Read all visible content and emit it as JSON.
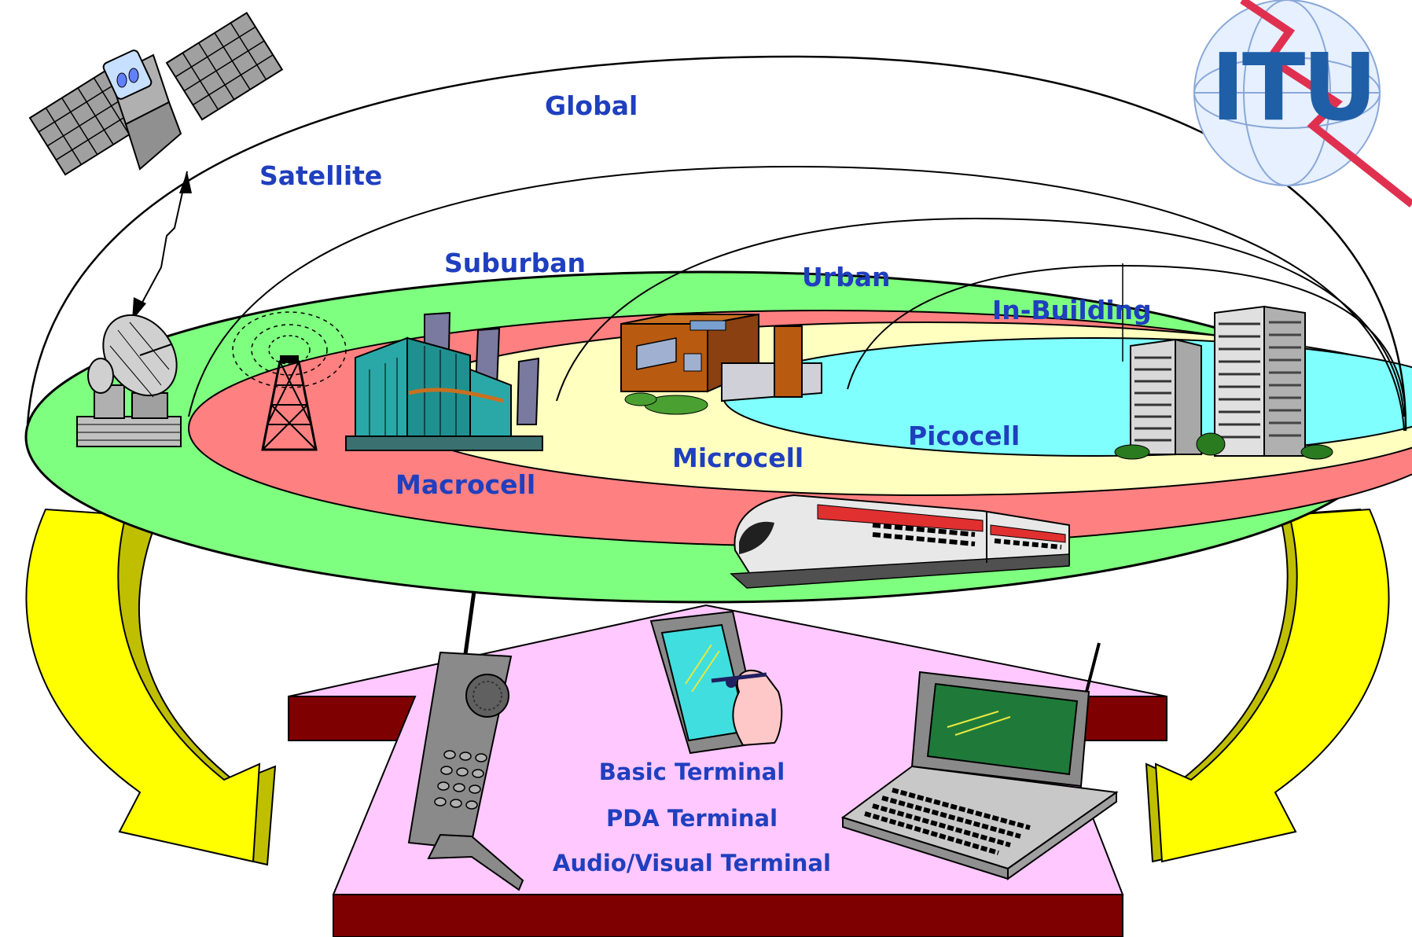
{
  "zones": {
    "global": "Global",
    "satellite": "Satellite",
    "suburban": "Suburban",
    "urban": "Urban",
    "in_building": "In-Building",
    "macrocell": "Macrocell",
    "microcell": "Microcell",
    "picocell": "Picocell"
  },
  "terminals": {
    "basic": "Basic Terminal",
    "pda": "PDA Terminal",
    "audio_visual": "Audio/Visual Terminal"
  },
  "logo": {
    "text": "ITU"
  },
  "colors": {
    "label_blue": "#1f3fbf",
    "global_ring": "#7fff7f",
    "macrocell": "#ff8080",
    "microcell": "#ffffbf",
    "picocell": "#80ffff",
    "platform": "#ffc8ff",
    "platform_side": "#7f0000",
    "arrow_fill": "#ffff00",
    "arrow_shadow": "#bfbf00"
  }
}
